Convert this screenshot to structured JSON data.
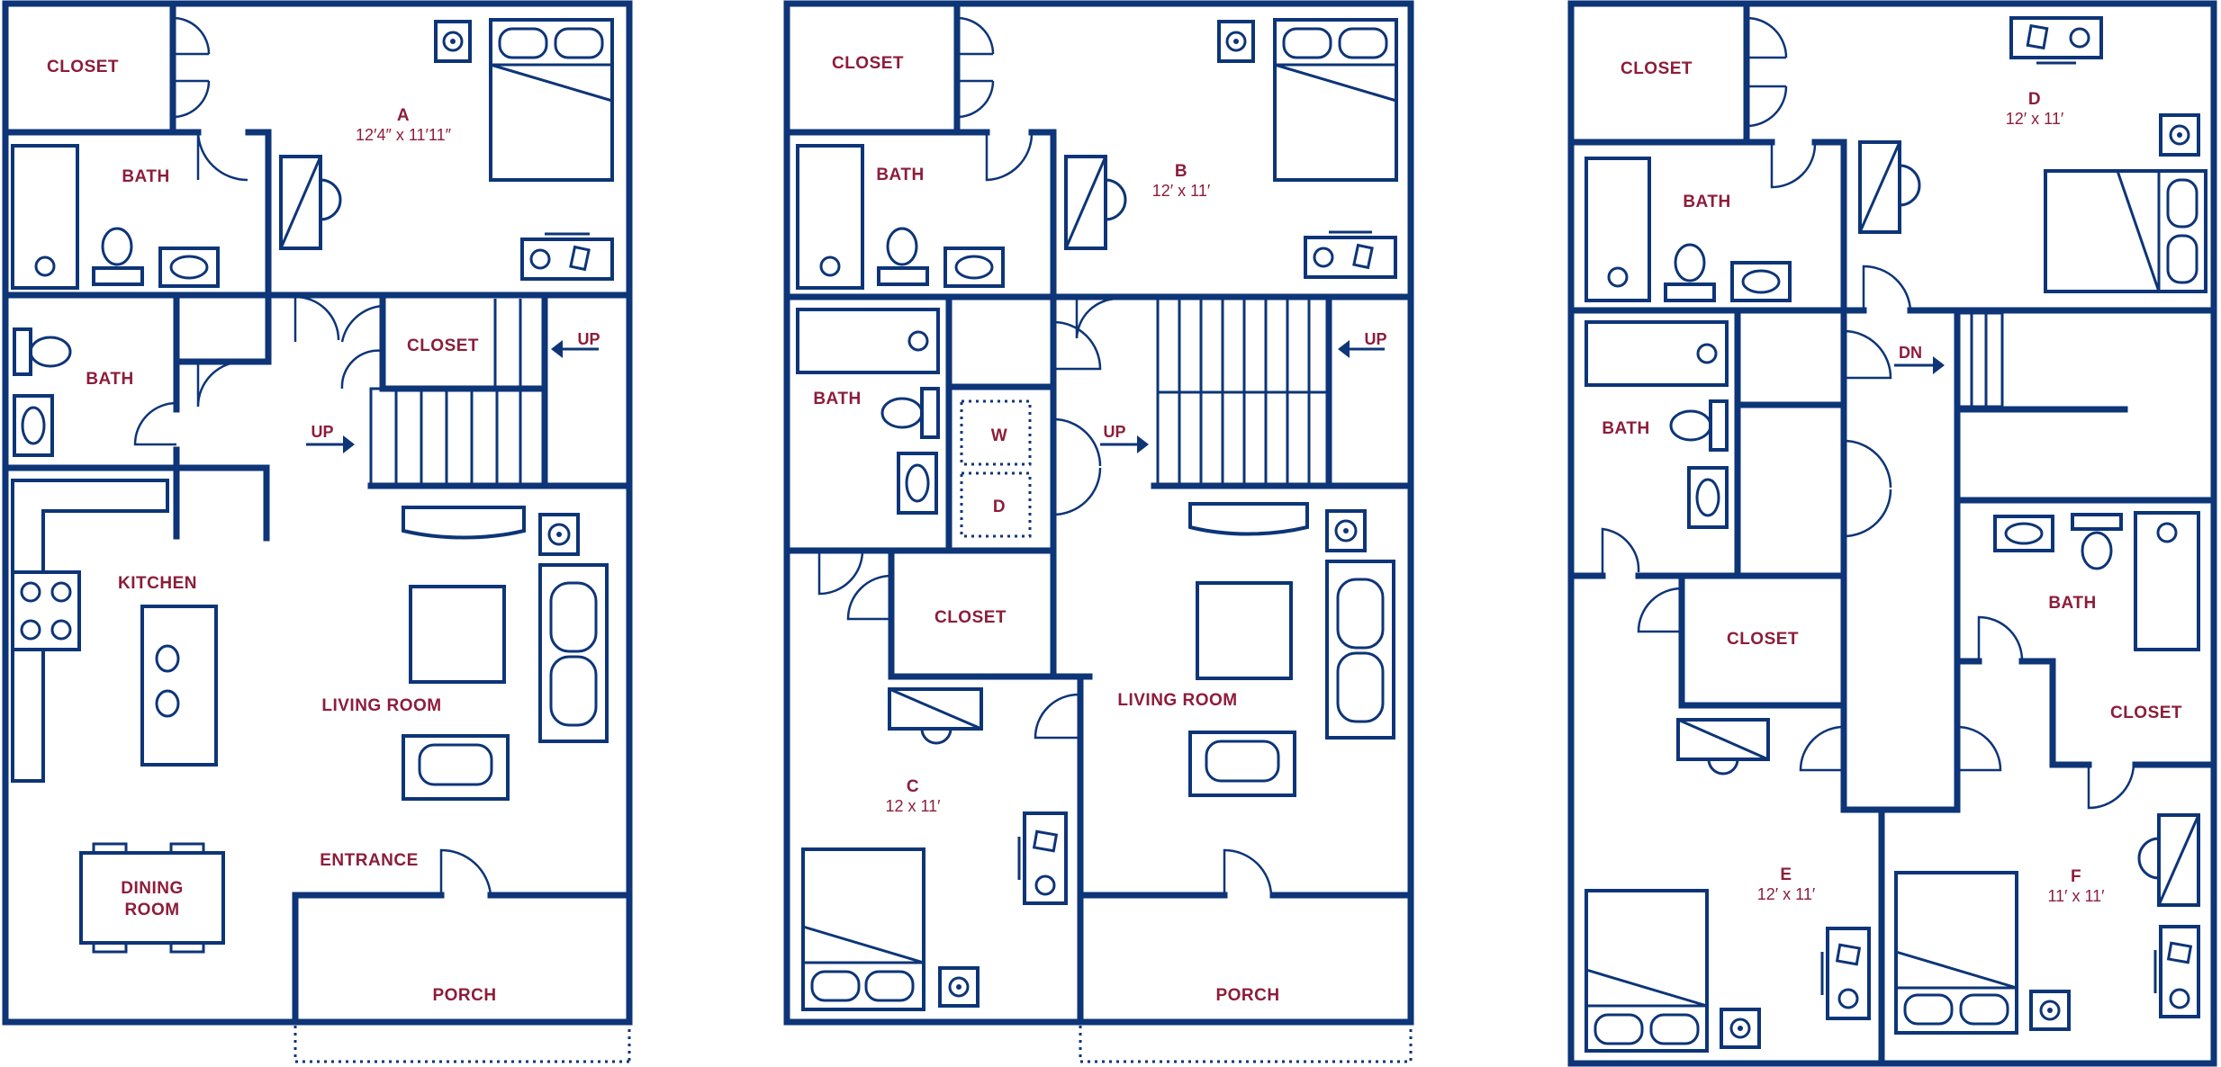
{
  "colors": {
    "walls": "#0d3577",
    "labels": "#8c1d3a",
    "background": "#ffffff"
  },
  "plan1": {
    "closet_top": "CLOSET",
    "bath_top": "BATH",
    "bedroom_letter": "A",
    "bedroom_dim": "12′4″ x 11′11″",
    "bath_mid": "BATH",
    "closet_mid": "CLOSET",
    "up_right": "UP",
    "up_left": "UP",
    "kitchen": "KITCHEN",
    "living_room": "LIVING ROOM",
    "dining_line1": "DINING",
    "dining_line2": "ROOM",
    "entrance": "ENTRANCE",
    "porch": "PORCH"
  },
  "plan2": {
    "closet_top": "CLOSET",
    "bath_top": "BATH",
    "bedroom_b_letter": "B",
    "bedroom_b_dim": "12′ x 11′",
    "bath_mid": "BATH",
    "washer": "W",
    "dryer": "D",
    "up_left": "UP",
    "up_right": "UP",
    "closet_mid": "CLOSET",
    "living_room": "LIVING ROOM",
    "bedroom_c_letter": "C",
    "bedroom_c_dim": "12 x 11′",
    "porch": "PORCH"
  },
  "plan3": {
    "closet_top": "CLOSET",
    "bedroom_d_letter": "D",
    "bedroom_d_dim": "12′ x 11′",
    "bath_top": "BATH",
    "dn": "DN",
    "bath_left": "BATH",
    "bath_right": "BATH",
    "closet_left": "CLOSET",
    "closet_right": "CLOSET",
    "bedroom_e_letter": "E",
    "bedroom_e_dim": "12′ x 11′",
    "bedroom_f_letter": "F",
    "bedroom_f_dim": "11′ x 11′"
  }
}
